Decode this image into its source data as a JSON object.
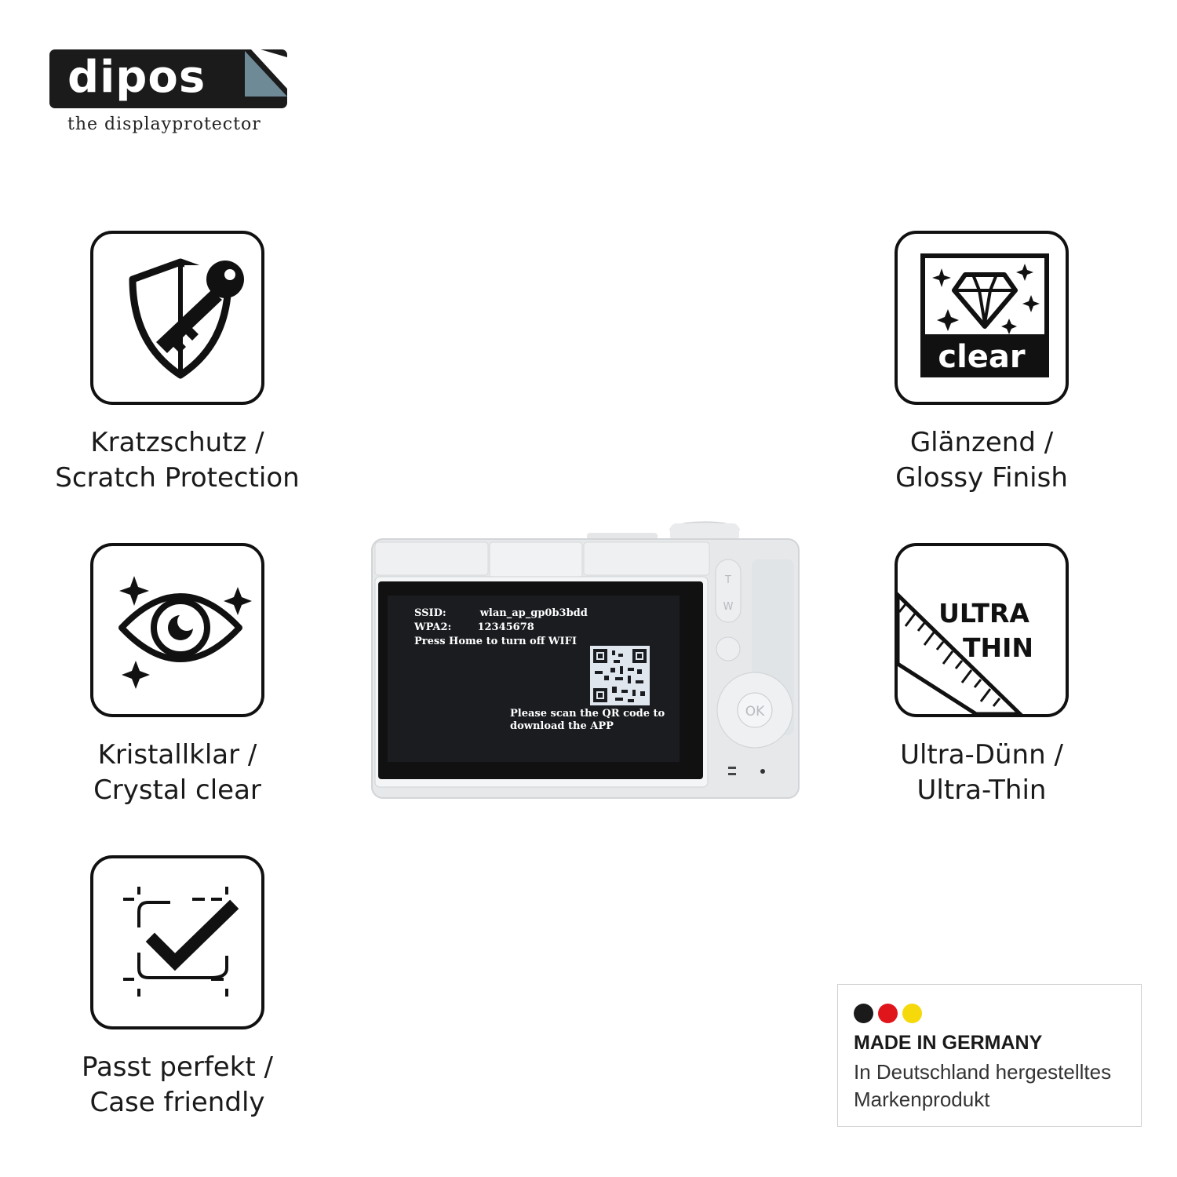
{
  "brand": {
    "name": "dipos",
    "tagline": "the displayprotector"
  },
  "features": [
    {
      "id": "scratch",
      "line1": "Kratzschutz /",
      "line2": "Scratch Protection"
    },
    {
      "id": "crystal",
      "line1": "Kristallklar /",
      "line2": "Crystal clear"
    },
    {
      "id": "case",
      "line1": "Passt perfekt /",
      "line2": "Case friendly"
    },
    {
      "id": "glossy",
      "line1": "Glänzend /",
      "line2": "Glossy Finish",
      "badge_text": "clear"
    },
    {
      "id": "thin",
      "line1": "Ultra-Dünn /",
      "line2": "Ultra-Thin",
      "badge_line1": "ULTRA",
      "badge_line2": "THIN"
    }
  ],
  "camera": {
    "screen": {
      "ssid_label": "SSID:",
      "ssid_value": "wlan_ap_gp0b3bdd",
      "wpa_label": "WPA2:",
      "wpa_value": "12345678",
      "hint": "Press Home to turn off WIFI",
      "scan_line1": "Please scan the QR code to",
      "scan_line2": "download the APP"
    },
    "buttons": {
      "tele": "T",
      "wide": "W",
      "ok": "OK"
    }
  },
  "origin": {
    "title": "MADE IN GERMANY",
    "line1": "In Deutschland hergestelltes",
    "line2": "Markenprodukt",
    "colors": [
      "#1a1a1a",
      "#e0151b",
      "#f5d90a"
    ]
  }
}
